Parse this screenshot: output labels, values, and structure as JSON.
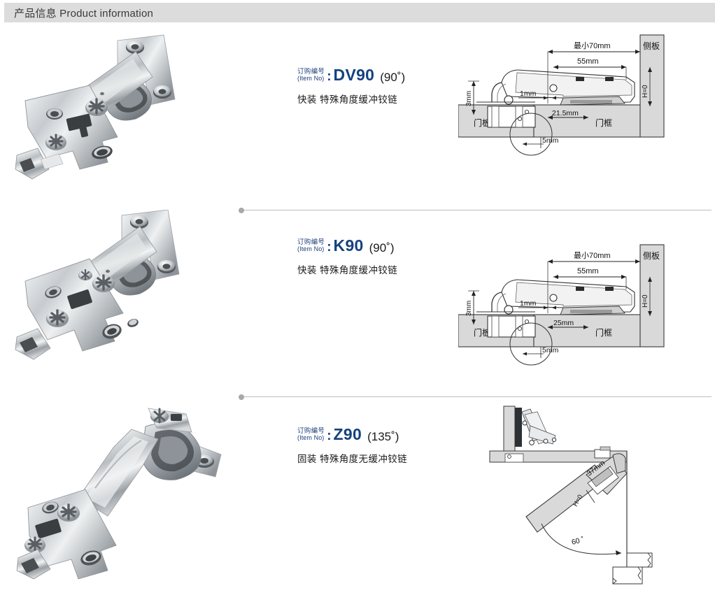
{
  "header": {
    "title": "产品信息 Product information",
    "bar_color": "#dcdcdc"
  },
  "colors": {
    "code_blue": "#15417e",
    "label_blue": "#1b3f7a",
    "divider": "#bdbdbd",
    "panel_fill": "#d9d9d9"
  },
  "labels": {
    "item_no_cn": "订购编号",
    "item_no_en": "(Item No)",
    "colon": ":"
  },
  "products": [
    {
      "code": "DV90",
      "angle": "(90˚)",
      "description": "快装 特殊角度缓冲铰链",
      "photo_alt": "hinge-dv90",
      "diagram": {
        "type": "side-section",
        "dimensions": {
          "span_max": "最小70mm",
          "span_inner": "55mm",
          "height_left": "3mm",
          "gap": "1mm",
          "offset": "21.5mm",
          "detail": "5mm",
          "h_value": "H=0"
        },
        "parts": {
          "door_panel": "门板",
          "door_frame": "门框",
          "side_panel": "侧板"
        }
      }
    },
    {
      "code": "K90",
      "angle": "(90˚)",
      "description": "快装 特殊角度缓冲铰链",
      "photo_alt": "hinge-k90",
      "diagram": {
        "type": "side-section",
        "dimensions": {
          "span_max": "最小70mm",
          "span_inner": "55mm",
          "height_left": "3mm",
          "gap": "1mm",
          "offset": "25mm",
          "detail": "5mm",
          "h_value": "H=0"
        },
        "parts": {
          "door_panel": "门板",
          "door_frame": "门框",
          "side_panel": "侧板"
        }
      }
    },
    {
      "code": "Z90",
      "angle": "(135˚)",
      "description": "固装 特殊角度无缓冲铰链",
      "photo_alt": "hinge-z90",
      "diagram": {
        "type": "corner-section",
        "dimensions": {
          "depth": "37mm",
          "h_value": "H=0",
          "open_angle": "60 ˚"
        }
      }
    }
  ]
}
